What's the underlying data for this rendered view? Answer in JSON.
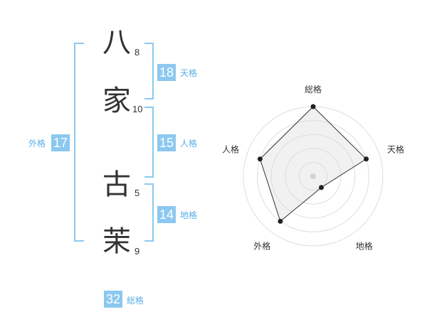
{
  "name_chars": [
    {
      "char": "八",
      "strokes": "8"
    },
    {
      "char": "家",
      "strokes": "10"
    },
    {
      "char": "古",
      "strokes": "5"
    },
    {
      "char": "茉",
      "strokes": "9"
    }
  ],
  "kakaku": {
    "tenkaku": {
      "value": "18",
      "label": "天格"
    },
    "jinkaku": {
      "value": "15",
      "label": "人格"
    },
    "chikaku": {
      "value": "14",
      "label": "地格"
    },
    "gaikaku": {
      "value": "17",
      "label": "外格"
    },
    "soukaku": {
      "value": "32",
      "label": "総格"
    }
  },
  "chart_data": {
    "type": "radar",
    "axes": [
      "総格",
      "天格",
      "地格",
      "外格",
      "人格"
    ],
    "rings": 5,
    "values": [
      5,
      4,
      1,
      4,
      4
    ],
    "max": 5,
    "colors": {
      "fill": "#f0f0f0",
      "line": "#333333",
      "ring": "#dddddd",
      "center": "#cccccc"
    }
  }
}
